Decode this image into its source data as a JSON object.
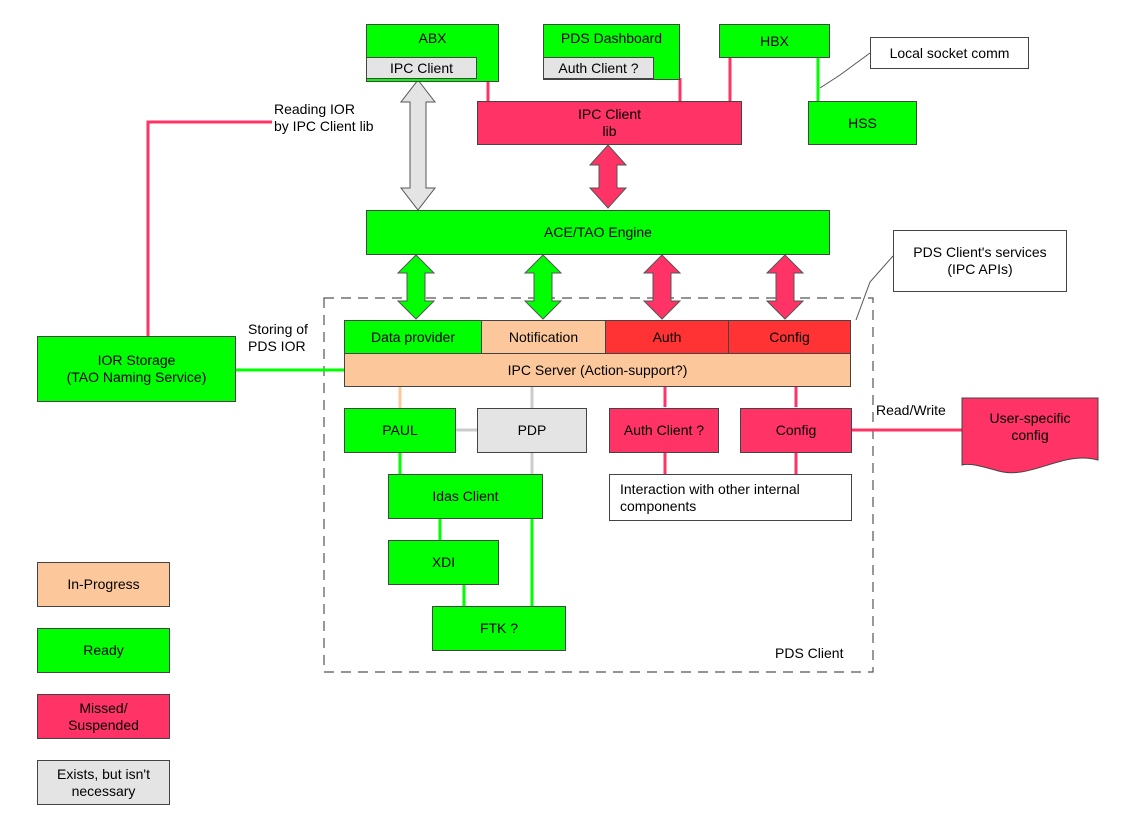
{
  "top": {
    "abx": "ABX",
    "abx_ipc_client": "IPC Client",
    "pds_dashboard": "PDS Dashboard",
    "auth_client_q": "Auth Client ?",
    "hbx": "HBX",
    "hss": "HSS",
    "local_socket_comm": "Local socket comm",
    "ipc_client_lib": "IPC Client\nlib"
  },
  "left": {
    "reading_ior": "Reading IOR\nby IPC Client lib",
    "storing_ior": "Storing of\nPDS IOR",
    "ior_storage": "IOR Storage\n(TAO Naming Service)"
  },
  "engine": {
    "label": "ACE/TAO Engine"
  },
  "services_note": "PDS Client's services\n(IPC APIs)",
  "server": {
    "data_provider": "Data provider",
    "notification": "Notification",
    "auth": "Auth",
    "config": "Config",
    "ipc_server": "IPC Server (Action-support?)"
  },
  "client": {
    "paul": "PAUL",
    "pdp": "PDP",
    "auth_client": "Auth Client ?",
    "config": "Config",
    "idas_client": "Idas Client",
    "xdi": "XDI",
    "ftk": "FTK ?",
    "interaction": "Interaction with other internal\ncomponents",
    "pds_client": "PDS Client"
  },
  "user_config": {
    "read_write": "Read/Write",
    "label": "User-specific\nconfig"
  },
  "legend": {
    "in_progress": "In-Progress",
    "ready": "Ready",
    "missed": "Missed/\nSuspended",
    "exists": "Exists, but isn't\nnecessary"
  },
  "colors": {
    "ready": "#00ff00",
    "missed": "#ff3366",
    "in_progress": "#fcc89b",
    "exists": "#e4e4e4"
  }
}
